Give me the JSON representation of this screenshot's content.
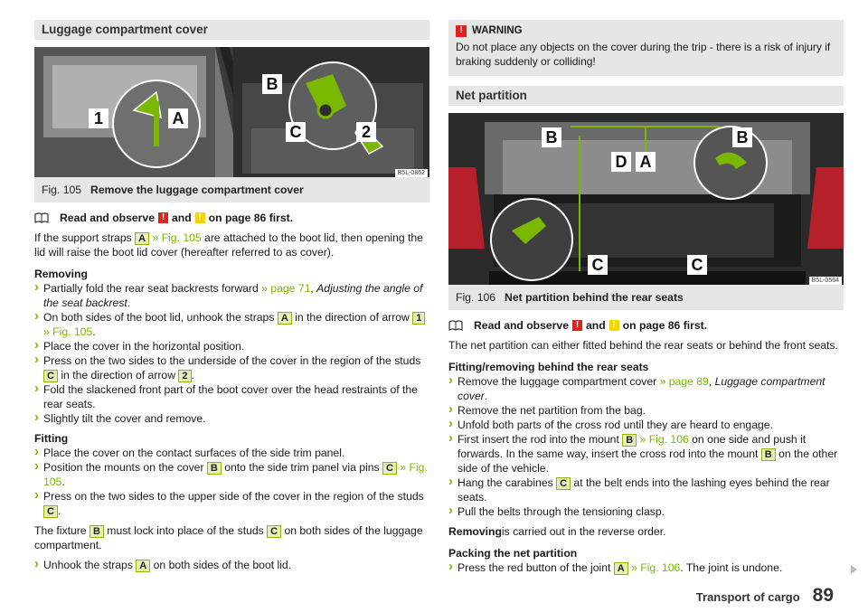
{
  "left": {
    "section_title": "Luggage compartment cover",
    "figure": {
      "code": "B5L-0862",
      "number": "Fig. 105",
      "title": "Remove the luggage compartment cover",
      "callouts": [
        "1",
        "A",
        "B",
        "C",
        "2"
      ]
    },
    "read_observe": {
      "pre": "Read and observe",
      "and": "and",
      "post": "on page 86 first."
    },
    "intro": {
      "pre": "If the support straps",
      "box": "A",
      "ref": "» Fig. 105",
      "post": "are attached to the boot lid, then opening the lid will raise the boot lid cover (hereafter referred to as cover)."
    },
    "removing_head": "Removing",
    "removing_steps": [
      {
        "id": "r1",
        "parts": [
          {
            "t": "Partially fold the rear seat backrests forward "
          },
          {
            "t": "» page 71",
            "c": "lnk"
          },
          {
            "t": ", "
          },
          {
            "t": "Adjusting the angle of the seat backrest",
            "c": "it"
          },
          {
            "t": "."
          }
        ]
      },
      {
        "id": "r2",
        "parts": [
          {
            "t": "On both sides of the boot lid, unhook the straps "
          },
          {
            "t": "A",
            "c": "bx"
          },
          {
            "t": " in the direction of arrow "
          },
          {
            "t": "1",
            "c": "bx"
          },
          {
            "t": " "
          },
          {
            "t": "» Fig. 105",
            "c": "lnk"
          },
          {
            "t": "."
          }
        ]
      },
      {
        "id": "r3",
        "parts": [
          {
            "t": "Place the cover in the horizontal position."
          }
        ]
      },
      {
        "id": "r4",
        "parts": [
          {
            "t": "Press on the two sides to the underside of the cover in the region of the studs "
          },
          {
            "t": "C",
            "c": "bx"
          },
          {
            "t": " in the direction of arrow "
          },
          {
            "t": "2",
            "c": "bx"
          },
          {
            "t": "."
          }
        ]
      },
      {
        "id": "r5",
        "parts": [
          {
            "t": "Fold the slackened front part of the boot cover over the head restraints of the rear seats."
          }
        ]
      },
      {
        "id": "r6",
        "parts": [
          {
            "t": "Slightly tilt the cover and remove."
          }
        ]
      }
    ],
    "fitting_head": "Fitting",
    "fitting_steps": [
      {
        "id": "f1",
        "parts": [
          {
            "t": "Place the cover on the contact surfaces of the side trim panel."
          }
        ]
      },
      {
        "id": "f2",
        "parts": [
          {
            "t": "Position the mounts on the cover "
          },
          {
            "t": "B",
            "c": "bx"
          },
          {
            "t": " onto the side trim panel via pins "
          },
          {
            "t": "C",
            "c": "bx"
          },
          {
            "t": " "
          },
          {
            "t": "» Fig. 105",
            "c": "lnk"
          },
          {
            "t": "."
          }
        ]
      },
      {
        "id": "f3",
        "parts": [
          {
            "t": "Press on the two sides to the upper side of the cover in the region of the studs "
          },
          {
            "t": "C",
            "c": "bx"
          },
          {
            "t": "."
          }
        ]
      }
    ],
    "fixture": {
      "parts": [
        {
          "t": "The fixture "
        },
        {
          "t": "B",
          "c": "bx"
        },
        {
          "t": " must lock into place of the studs "
        },
        {
          "t": "C",
          "c": "bx"
        },
        {
          "t": " on both sides of the luggage compartment."
        }
      ]
    },
    "unhook_step": {
      "id": "u1",
      "parts": [
        {
          "t": "Unhook the straps "
        },
        {
          "t": "A",
          "c": "bx"
        },
        {
          "t": " on both sides of the boot lid."
        }
      ]
    }
  },
  "right": {
    "warning": {
      "label": "WARNING",
      "text": "Do not place any objects on the cover during the trip - there is a risk of injury if braking suddenly or colliding!"
    },
    "section_title": "Net partition",
    "figure": {
      "code": "B5L-0564",
      "number": "Fig. 106",
      "title": "Net partition behind the rear seats",
      "callouts": [
        "B",
        "D",
        "A",
        "B",
        "C",
        "C"
      ]
    },
    "read_observe": {
      "pre": "Read and observe",
      "and": "and",
      "post": "on page 86 first."
    },
    "intro": "The net partition can either fitted behind the rear seats or behind the front seats.",
    "fit_head": "Fitting/removing behind the rear seats",
    "fit_steps": [
      {
        "id": "n1",
        "parts": [
          {
            "t": "Remove the luggage compartment cover "
          },
          {
            "t": "» page 89",
            "c": "lnk"
          },
          {
            "t": ", "
          },
          {
            "t": "Luggage compartment cover",
            "c": "it"
          },
          {
            "t": "."
          }
        ]
      },
      {
        "id": "n2",
        "parts": [
          {
            "t": "Remove the net partition from the bag."
          }
        ]
      },
      {
        "id": "n3",
        "parts": [
          {
            "t": "Unfold both parts of the cross rod until they are heard to engage."
          }
        ]
      },
      {
        "id": "n4",
        "parts": [
          {
            "t": "First insert the rod into the mount "
          },
          {
            "t": "B",
            "c": "bx"
          },
          {
            "t": " "
          },
          {
            "t": "» Fig. 106",
            "c": "lnk"
          },
          {
            "t": " on one side and push it forwards. In the same way, insert the cross rod into the mount "
          },
          {
            "t": "B",
            "c": "bx"
          },
          {
            "t": " on the other side of the vehicle."
          }
        ]
      },
      {
        "id": "n5",
        "parts": [
          {
            "t": "Hang the carabines "
          },
          {
            "t": "C",
            "c": "bx"
          },
          {
            "t": " at the belt ends into the lashing eyes behind the rear seats."
          }
        ]
      },
      {
        "id": "n6",
        "parts": [
          {
            "t": "Pull the belts through the tensioning clasp."
          }
        ]
      }
    ],
    "removing": {
      "bold": "Removing",
      "rest": "is carried out in the reverse order."
    },
    "pack_head": "Packing the net partition",
    "pack_steps": [
      {
        "id": "p1",
        "parts": [
          {
            "t": "Press the red button of the joint "
          },
          {
            "t": "A",
            "c": "bx"
          },
          {
            "t": " "
          },
          {
            "t": "» Fig. 106",
            "c": "lnk"
          },
          {
            "t": ". The joint is undone."
          }
        ]
      }
    ]
  },
  "footer": {
    "section": "Transport of cargo",
    "page": "89"
  },
  "colors": {
    "accent": "#7ab800",
    "warning": "#e2231a",
    "note": "#f6d400",
    "panel": "#e6e6e6"
  }
}
